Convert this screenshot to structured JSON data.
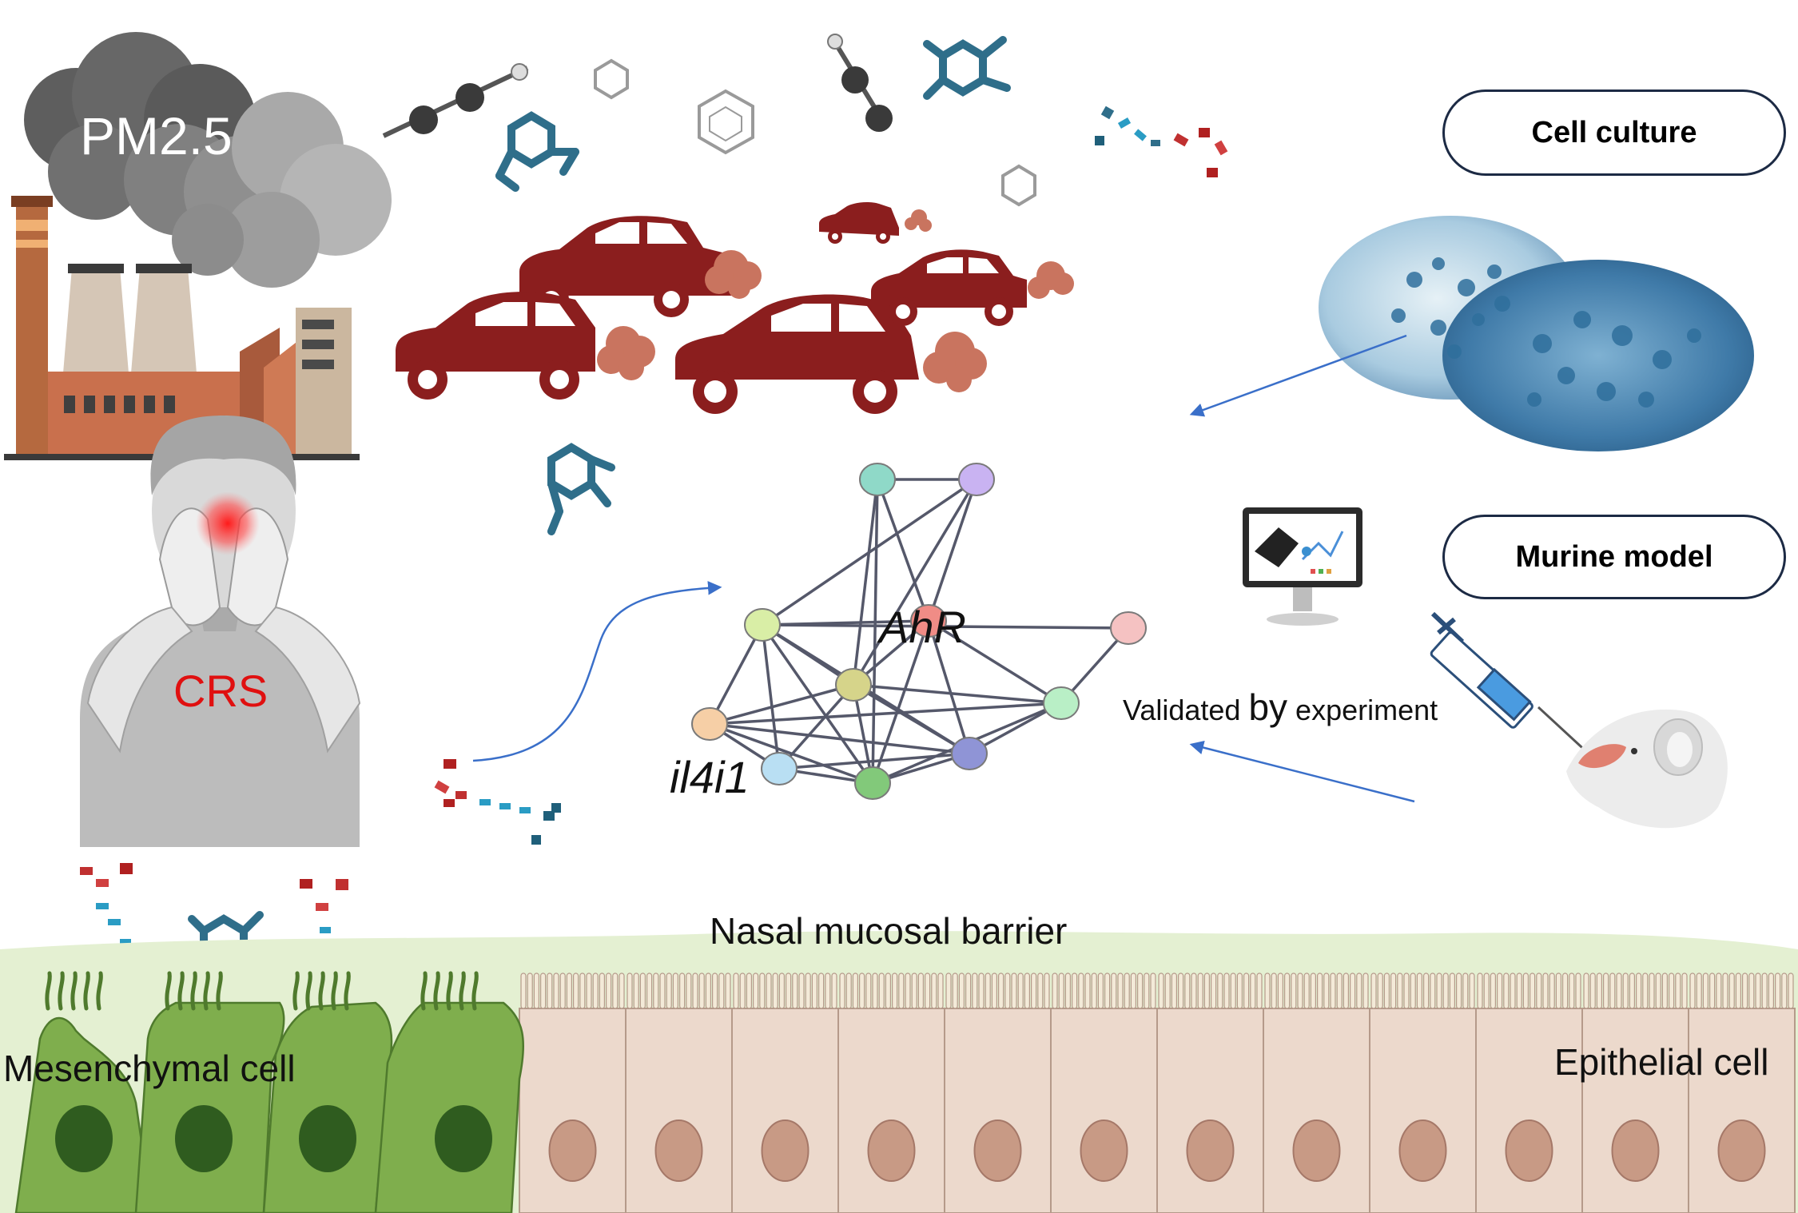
{
  "labels": {
    "pm25": "PM2.5",
    "crs": "CRS",
    "cell_culture": "Cell culture",
    "murine_model": "Murine model",
    "validated_prefix": "Validated ",
    "validated_by": "by",
    "validated_suffix": " experiment",
    "ahr": "AhR",
    "il4i1": "il4i1",
    "nasal_barrier": "Nasal mucosal barrier",
    "mesenchymal": "Mesenchymal cell",
    "epithelial": "Epithelial cell"
  },
  "colors": {
    "smoke": "#6e6e6e",
    "factory_brick": "#b9633f",
    "car": "#8b1e1e",
    "exhaust": "#c9745f",
    "molecule_teal": "#2f6e8a",
    "mesenchymal_cell": "#7fae4d",
    "epithelial_cell": "#ecd9cc",
    "mucosa": "#e4f0d2",
    "arrow": "#3a6fc9",
    "crs_text": "#e01010"
  },
  "network": {
    "nodes": [
      {
        "id": "n1",
        "color": "#8fd9c8"
      },
      {
        "id": "n2",
        "color": "#c9b3f2"
      },
      {
        "id": "ahr",
        "color": "#f08c86"
      },
      {
        "id": "n4",
        "color": "#f5c2c2"
      },
      {
        "id": "n5",
        "color": "#d9eea6"
      },
      {
        "id": "n6",
        "color": "#d6d48a"
      },
      {
        "id": "n7",
        "color": "#b9efc6"
      },
      {
        "id": "il4i1",
        "color": "#f6cfa6"
      },
      {
        "id": "n9",
        "color": "#b9dff3"
      },
      {
        "id": "n10",
        "color": "#82c97a"
      },
      {
        "id": "n11",
        "color": "#8f94d6"
      }
    ],
    "edges": [
      [
        "n1",
        "n2"
      ],
      [
        "n1",
        "n6"
      ],
      [
        "n1",
        "ahr"
      ],
      [
        "n1",
        "n10"
      ],
      [
        "n2",
        "n5"
      ],
      [
        "n2",
        "ahr"
      ],
      [
        "n2",
        "n6"
      ],
      [
        "n5",
        "n4"
      ],
      [
        "n5",
        "n6"
      ],
      [
        "n5",
        "il4i1"
      ],
      [
        "n5",
        "n9"
      ],
      [
        "n5",
        "n10"
      ],
      [
        "n5",
        "n11"
      ],
      [
        "n5",
        "ahr"
      ],
      [
        "ahr",
        "n6"
      ],
      [
        "ahr",
        "n11"
      ],
      [
        "ahr",
        "n10"
      ],
      [
        "ahr",
        "n7"
      ],
      [
        "n4",
        "n7"
      ],
      [
        "n6",
        "n7"
      ],
      [
        "n6",
        "il4i1"
      ],
      [
        "n6",
        "n9"
      ],
      [
        "n6",
        "n10"
      ],
      [
        "n6",
        "n11"
      ],
      [
        "n7",
        "n11"
      ],
      [
        "n7",
        "il4i1"
      ],
      [
        "n7",
        "n10"
      ],
      [
        "il4i1",
        "n9"
      ],
      [
        "il4i1",
        "n10"
      ],
      [
        "il4i1",
        "n11"
      ],
      [
        "n9",
        "n10"
      ],
      [
        "n10",
        "n11"
      ],
      [
        "n9",
        "n11"
      ]
    ]
  }
}
